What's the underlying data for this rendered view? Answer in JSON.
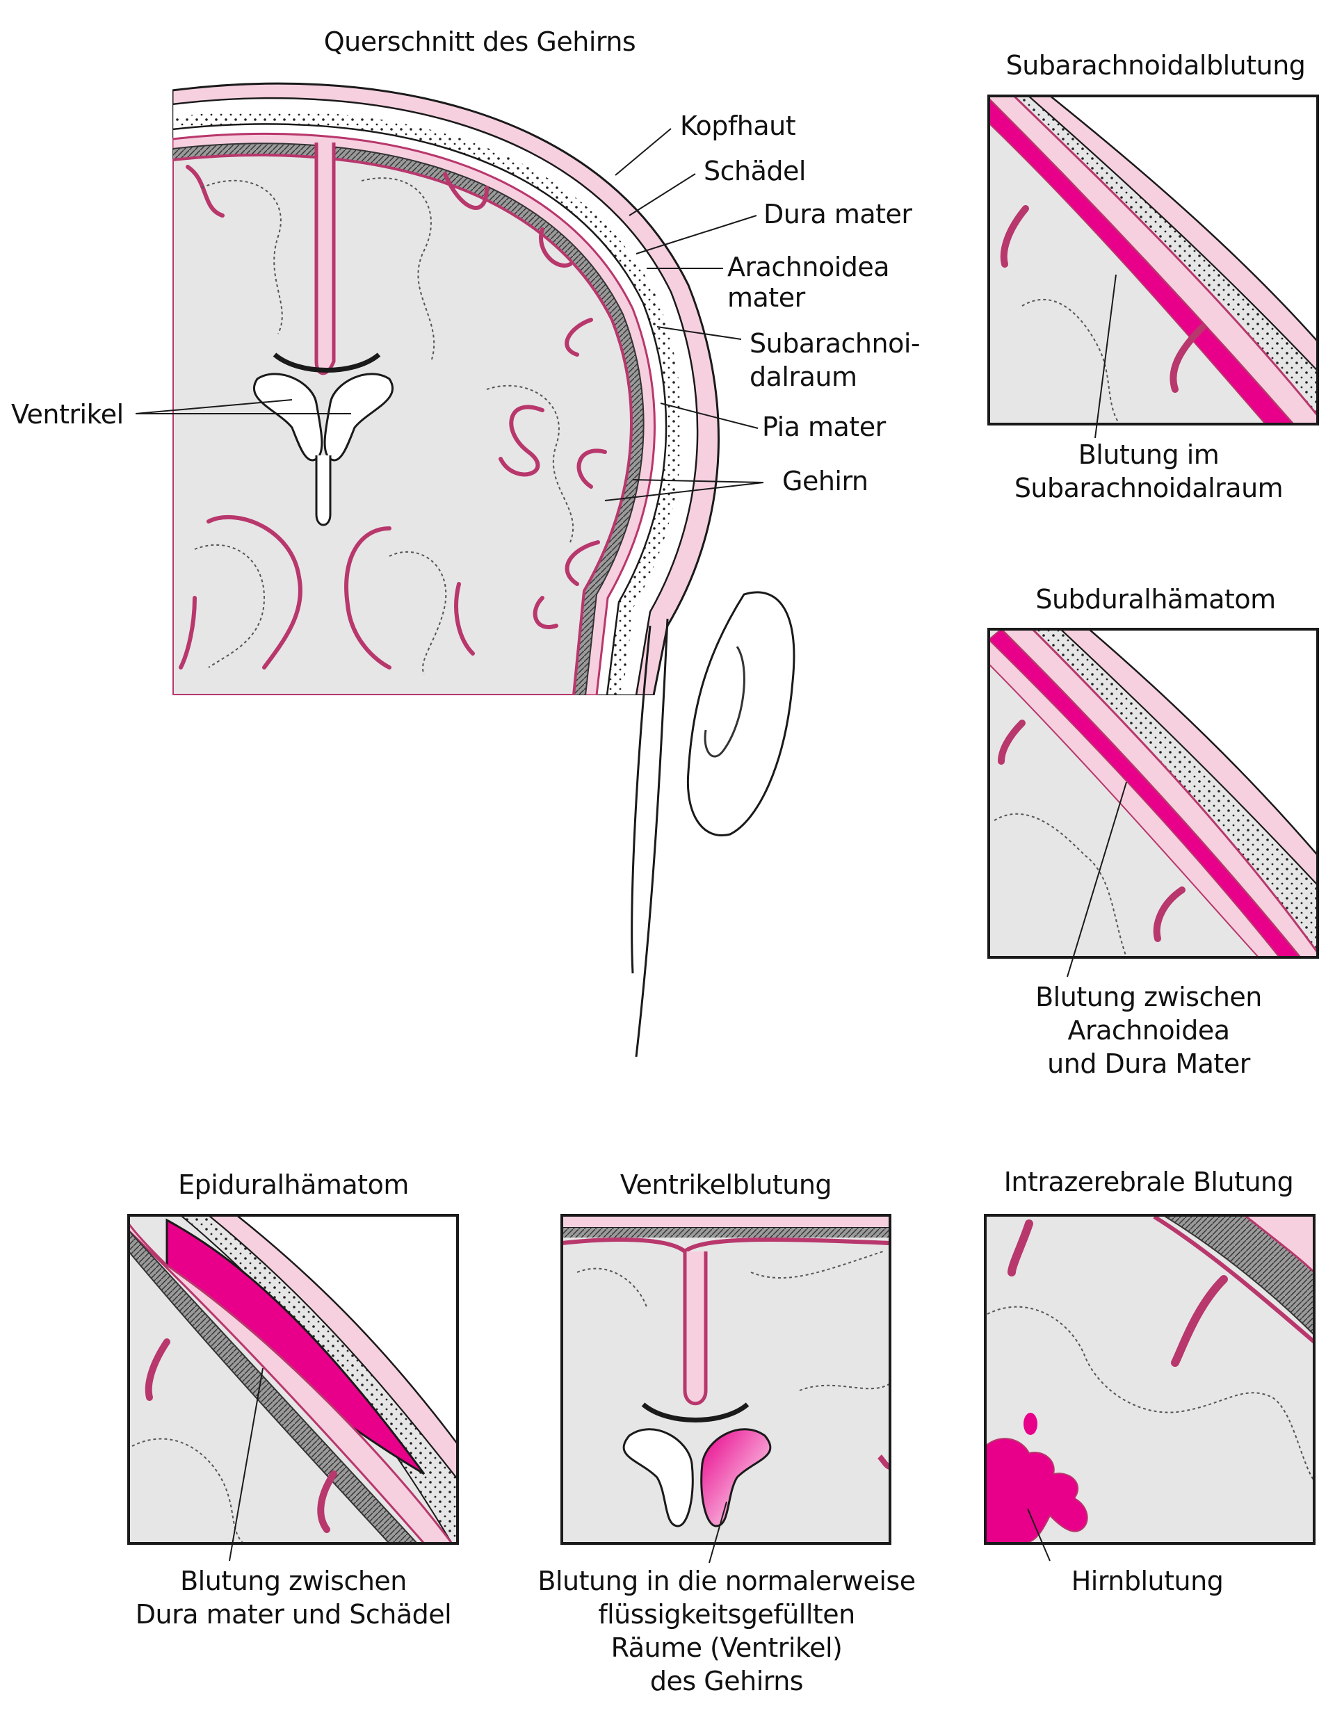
{
  "colors": {
    "pink_light": "#f6d0df",
    "pink_mid": "#e89ab8",
    "pink_line": "#b8376c",
    "magenta_blood": "#e8008a",
    "brain_gray": "#e6e6e6",
    "dark_gray": "#6e6e6e",
    "outline": "#1a1a1a"
  },
  "main": {
    "title": "Querschnitt des Gehirns",
    "labels": {
      "kopfhaut": "Kopfhaut",
      "schaedel": "Schädel",
      "dura": "Dura mater",
      "arachnoidea_1": "Arachnoidea",
      "arachnoidea_2": "mater",
      "subarach_1": "Subarachnoi-",
      "subarach_2": "dalraum",
      "pia": "Pia mater",
      "gehirn": "Gehirn",
      "ventrikel": "Ventrikel"
    }
  },
  "panels": {
    "subarachnoidal": {
      "title": "Subarachnoidalblutung",
      "caption": [
        "Blutung im",
        "Subarachnoidalraum"
      ]
    },
    "subdural": {
      "title": "Subduralhämatom",
      "caption": [
        "Blutung zwischen",
        "Arachnoidea",
        "und Dura Mater"
      ]
    },
    "epidural": {
      "title": "Epiduralhämatom",
      "caption": [
        "Blutung zwischen",
        "Dura mater und Schädel"
      ]
    },
    "ventrikel": {
      "title": "Ventrikelblutung",
      "caption": [
        "Blutung in die normalerweise",
        "flüssigkeitsgefüllten",
        "Räume (Ventrikel)",
        "des Gehirns"
      ]
    },
    "intrazerebral": {
      "title": "Intrazerebrale Blutung",
      "caption": [
        "Hirnblutung"
      ]
    }
  }
}
